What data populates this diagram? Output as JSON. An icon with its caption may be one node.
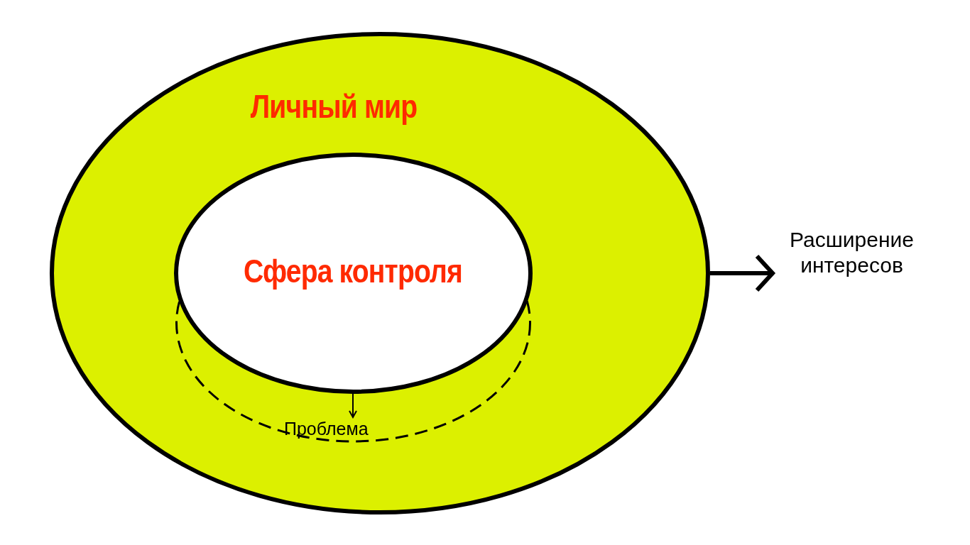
{
  "diagram": {
    "nodes": [
      {
        "text": [
          "Личный мир"
        ]
      },
      {
        "text": [
          "Сфера контроля"
        ],
        "in": 0
      },
      {
        "text": [
          "Расширение интересов"
        ]
      },
      {
        "text": [
          "Проблема"
        ],
        "in": 0
      }
    ],
    "edges": [
      {
        "from": 0,
        "to": 2,
        "arrow": "to",
        "style": "thick"
      },
      {
        "from": 1,
        "to": 3,
        "arrow": "to"
      }
    ]
  }
}
